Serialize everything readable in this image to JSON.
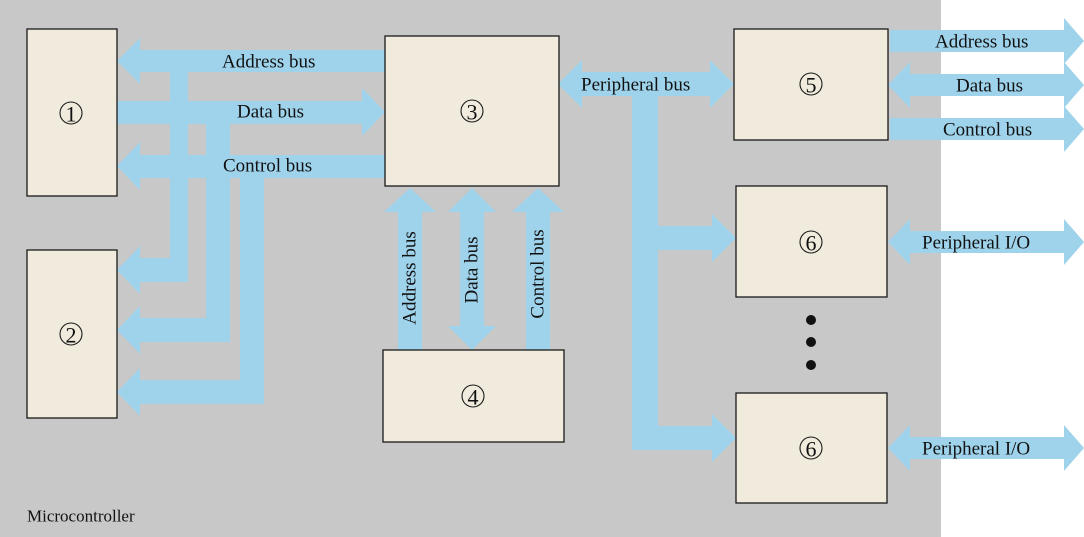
{
  "container": {
    "label": "Microcontroller"
  },
  "blocks": {
    "b1": "1",
    "b2": "2",
    "b3": "3",
    "b4": "4",
    "b5": "5",
    "b6a": "6",
    "b6b": "6"
  },
  "buses": {
    "address": "Address bus",
    "data": "Data bus",
    "control": "Control bus",
    "peripheral": "Peripheral bus",
    "vert_address": "Address bus",
    "vert_data": "Data bus",
    "vert_control": "Control bus",
    "ext_address": "Address bus",
    "ext_data": "Data bus",
    "ext_control": "Control bus",
    "peripheral_io_1": "Peripheral I/O",
    "peripheral_io_2": "Peripheral I/O"
  },
  "colors": {
    "background": "#c8c8c8",
    "block": "#f0ebdc",
    "bus": "#9fd3ec",
    "border": "#1a1a1a"
  }
}
